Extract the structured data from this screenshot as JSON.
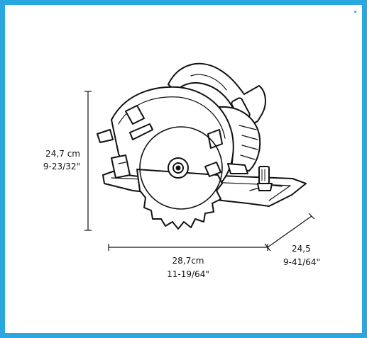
{
  "dimensions": {
    "height": {
      "metric": "24,7 cm",
      "imperial": "9-23/32\""
    },
    "width": {
      "metric": "28,7cm",
      "imperial": "11-19/64\""
    },
    "depth": {
      "metric": "24,5",
      "imperial": "9-41/64\""
    }
  },
  "colors": {
    "frame": "#2aa7df",
    "line": "#111111",
    "background": "#ffffff"
  }
}
